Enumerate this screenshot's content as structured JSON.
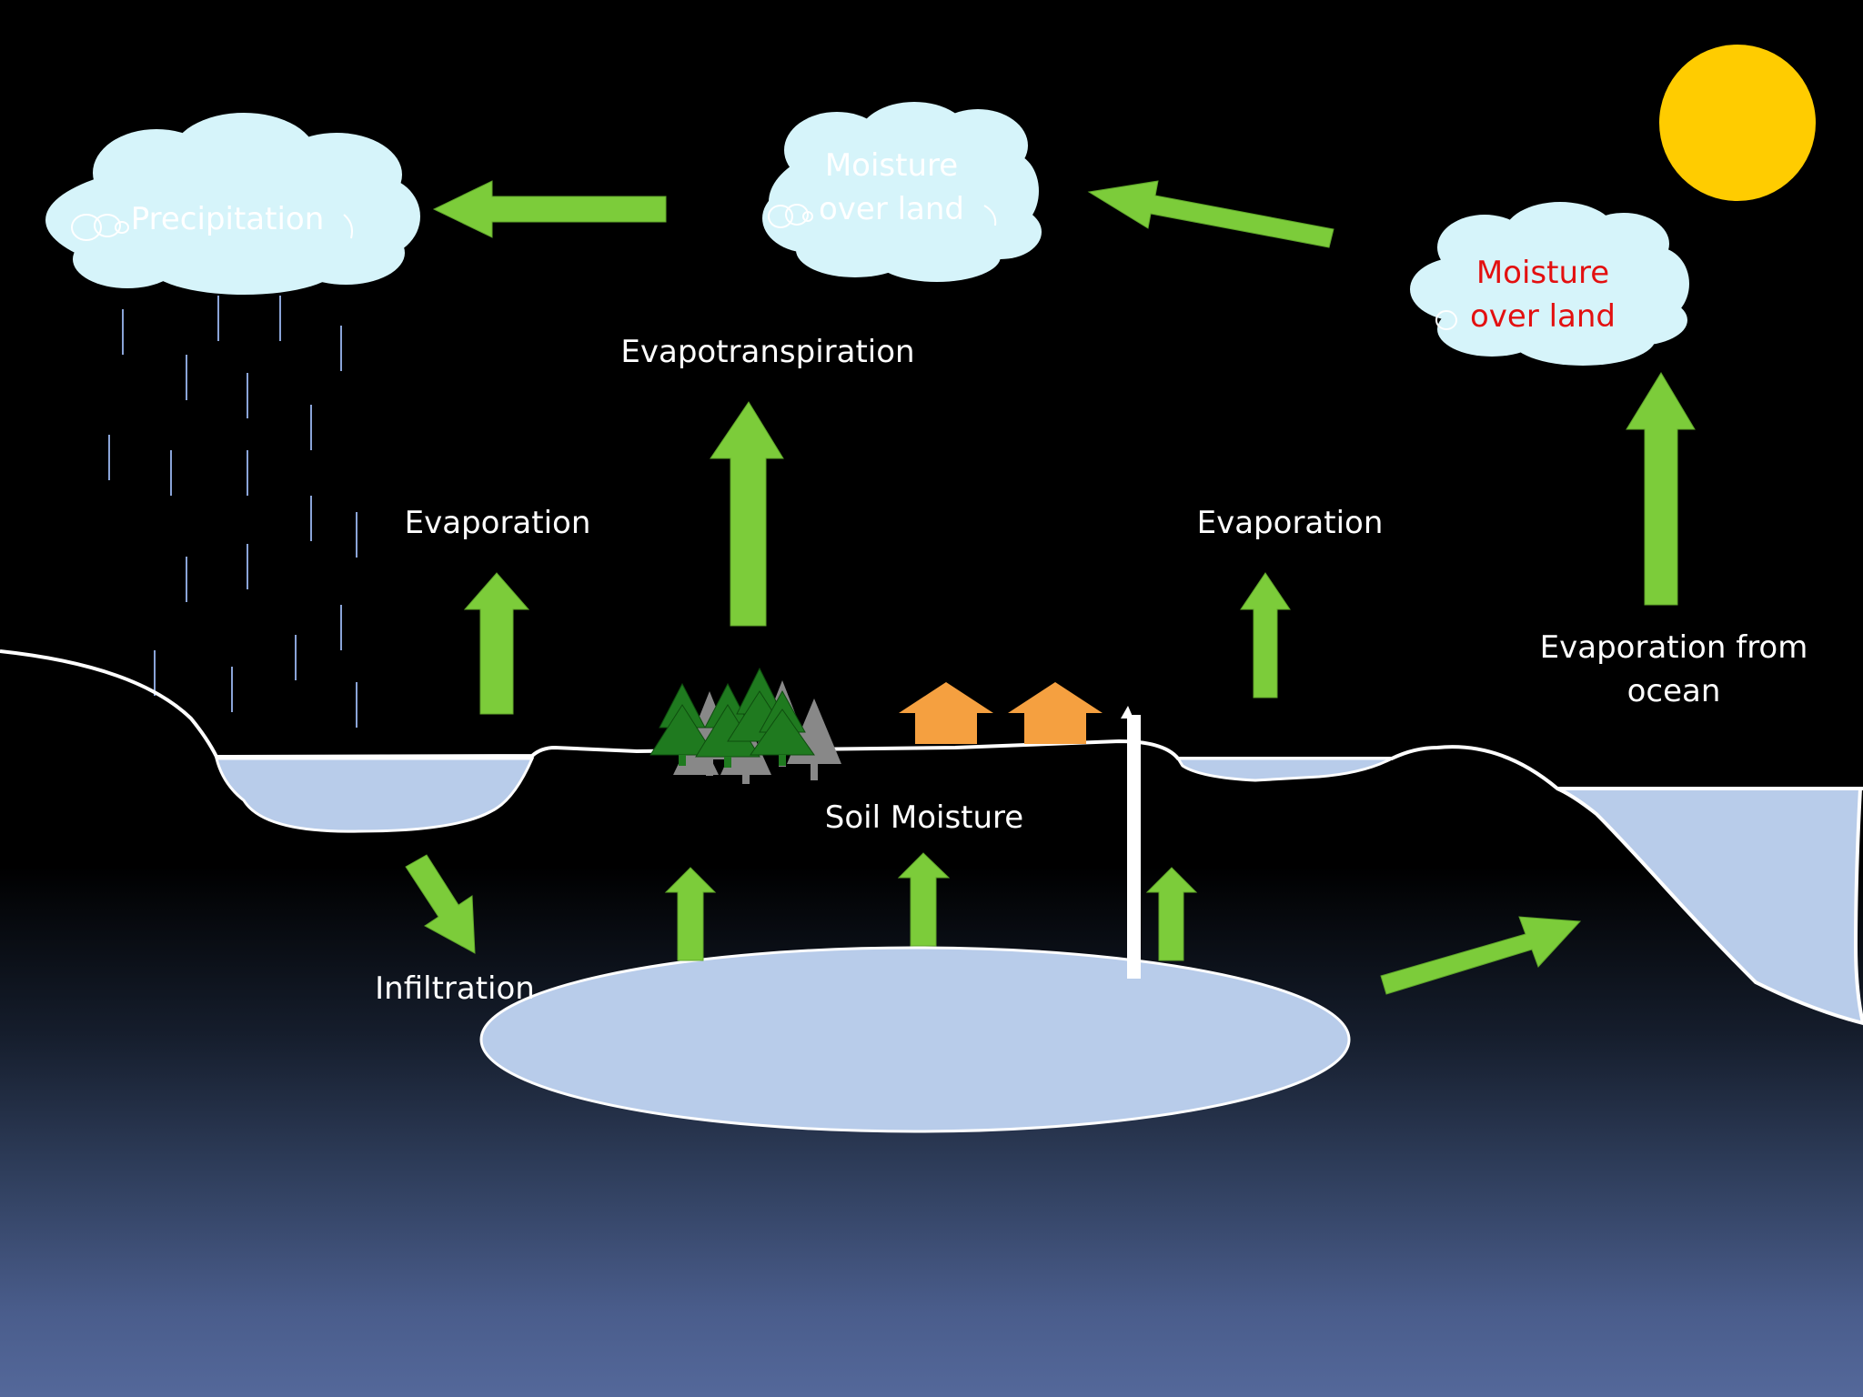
{
  "labels": {
    "precipitation": "Precipitation",
    "moisture_over_land_center": [
      "Moisture",
      "over land"
    ],
    "moisture_over_land_right": [
      "Moisture",
      "over land"
    ],
    "evapotranspiration": "Evapotranspiration",
    "evaporation_left": "Evaporation",
    "evaporation_right": "Evaporation",
    "evaporation_from_ocean": [
      "Evaporation from",
      "ocean"
    ],
    "soil_moisture": "Soil Moisture",
    "infiltration": "Infiltration"
  },
  "colors": {
    "arrow": "#7ccc3a",
    "cloud": "#d6f4fa",
    "water": "#b8ccea",
    "sun": "#ffcc00",
    "house": "#f5a040",
    "tree": "#1f7a1f",
    "tree_shadow": "#888888",
    "rain": "#8aa4d8",
    "red_text": "#e31010"
  }
}
